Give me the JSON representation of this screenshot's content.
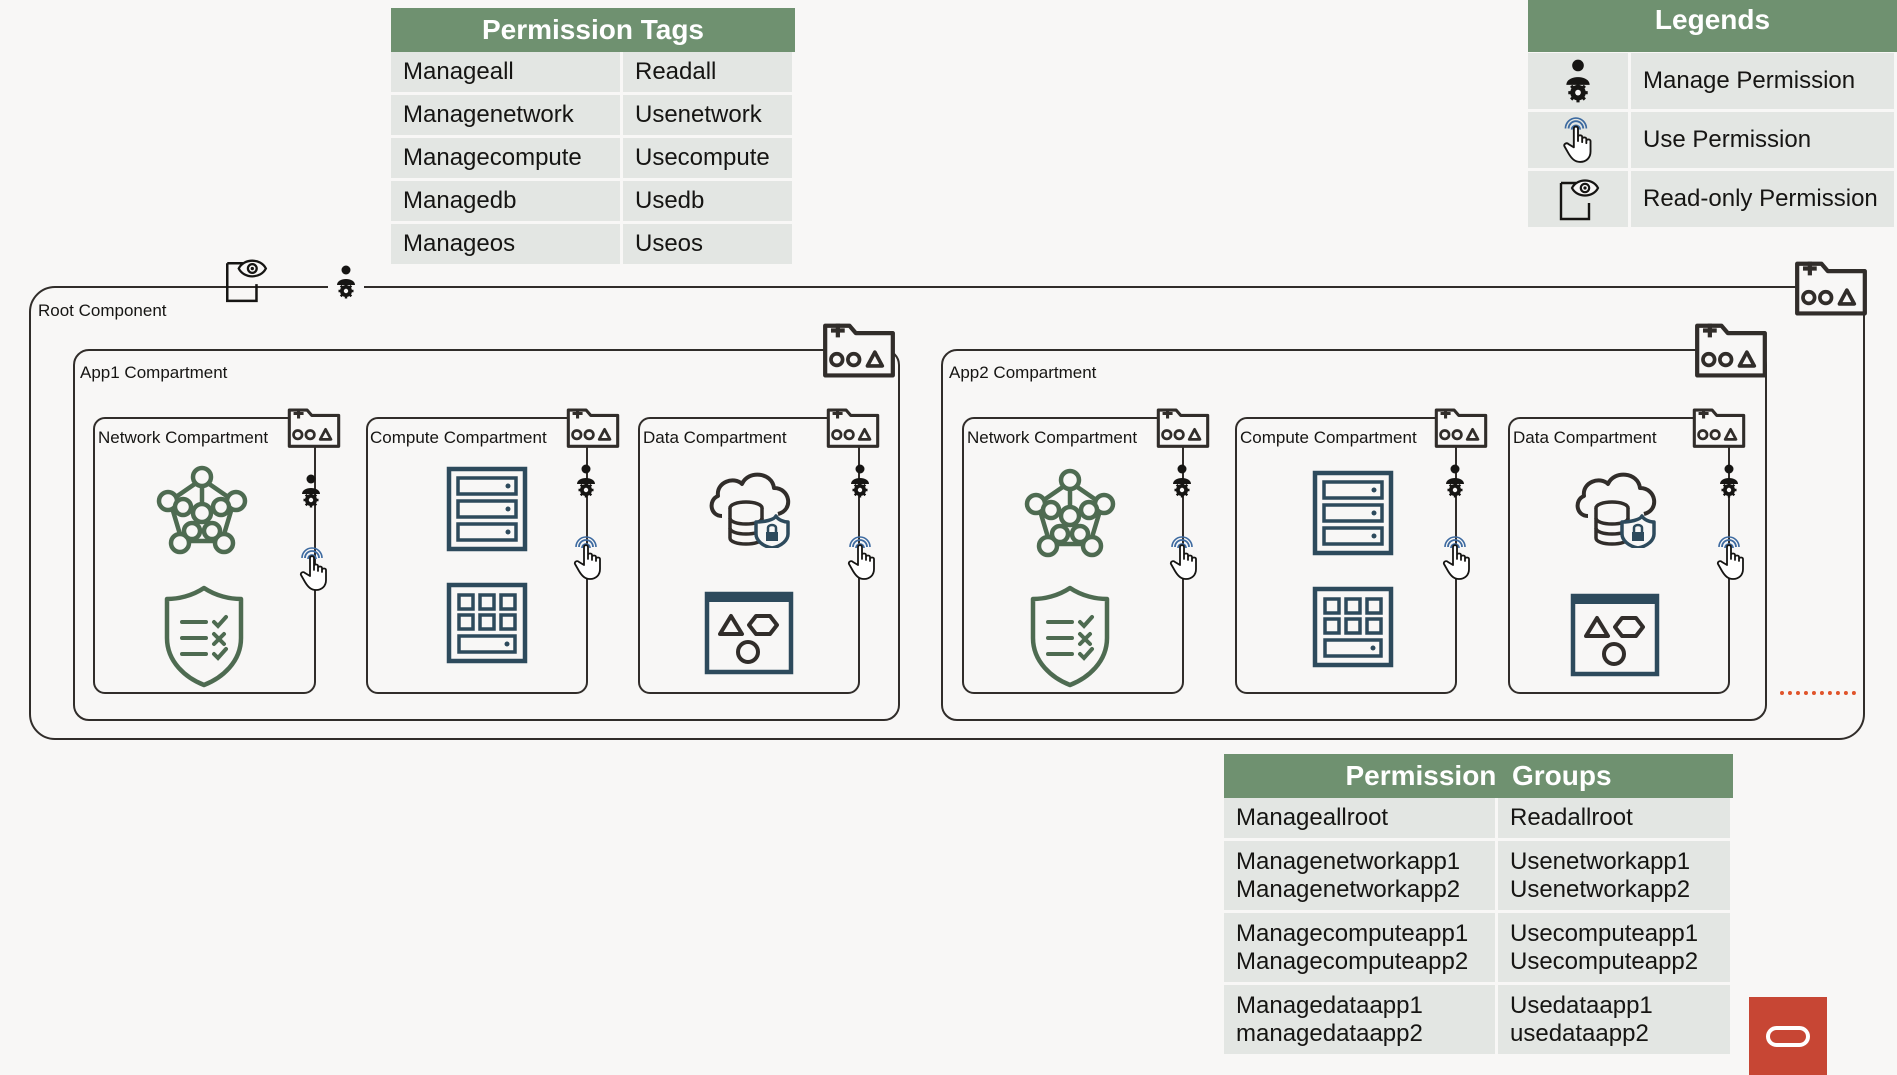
{
  "permission_tags": {
    "title": "Permission Tags",
    "rows": [
      [
        "Manageall",
        "Readall"
      ],
      [
        "Managenetwork",
        "Usenetwork"
      ],
      [
        "Managecompute",
        "Usecompute"
      ],
      [
        "Managedb",
        "Usedb"
      ],
      [
        "Manageos",
        "Useos"
      ]
    ]
  },
  "legends": {
    "title": "Legends",
    "items": [
      {
        "icon": "manage-permission-icon",
        "label": "Manage Permission"
      },
      {
        "icon": "use-permission-icon",
        "label": "Use Permission"
      },
      {
        "icon": "read-only-permission-icon",
        "label": "Read-only Permission"
      }
    ]
  },
  "root": {
    "label": "Root Component",
    "compartments": [
      {
        "label": "App1 Compartment",
        "children": [
          {
            "label": "Network Compartment",
            "icons": [
              "network-icon",
              "security-shield-icon"
            ]
          },
          {
            "label": "Compute Compartment",
            "icons": [
              "server-icon",
              "compute-grid-icon"
            ]
          },
          {
            "label": "Data Compartment",
            "icons": [
              "cloud-database-icon",
              "shapes-app-icon"
            ]
          }
        ]
      },
      {
        "label": "App2 Compartment",
        "children": [
          {
            "label": "Network Compartment",
            "icons": [
              "network-icon",
              "security-shield-icon"
            ]
          },
          {
            "label": "Compute Compartment",
            "icons": [
              "server-icon",
              "compute-grid-icon"
            ]
          },
          {
            "label": "Data Compartment",
            "icons": [
              "cloud-database-icon",
              "shapes-app-icon"
            ]
          }
        ]
      }
    ]
  },
  "permission_groups": {
    "title": "Permission  Groups",
    "rows": [
      [
        "Manageallroot",
        "Readallroot"
      ],
      [
        "Managenetworkapp1\nManagenetworkapp2",
        "Usenetworkapp1\nUsenetworkapp2"
      ],
      [
        "Managecomputeapp1\nManagecomputeapp2",
        "Usecomputeapp1\nUsecomputeapp2"
      ],
      [
        "Managedataapp1\nmanagedataapp2",
        "Usedataapp1\nusedataapp2"
      ]
    ]
  },
  "colors": {
    "header_green": "#6f9170",
    "cell_gray": "#e3e6e3",
    "icon_dark_green": "#4e6b51",
    "icon_dark_blue": "#2d4a5c",
    "line_dark": "#312d2a",
    "oracle_red": "#c74634",
    "dotted_orange": "#e0542b"
  }
}
